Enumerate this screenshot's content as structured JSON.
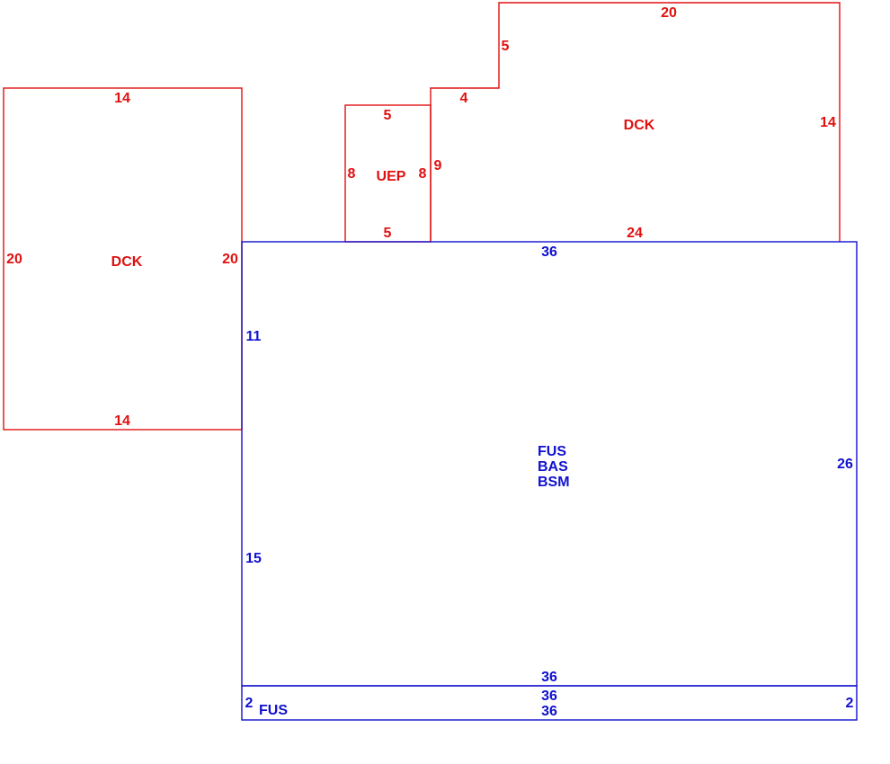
{
  "colors": {
    "deck_outline": "#e01010",
    "main_outline": "#1010d0",
    "background": "#ffffff"
  },
  "left_deck": {
    "name": "DCK",
    "top": "14",
    "bottom": "14",
    "left": "20",
    "right": "20"
  },
  "porch": {
    "name": "UEP",
    "top": "5",
    "bottom": "5",
    "left": "8",
    "right": "8"
  },
  "right_deck": {
    "name": "DCK",
    "top": "20",
    "step_vertical": "5",
    "step_horizontal": "4",
    "left": "9",
    "right": "14",
    "bottom": "24"
  },
  "main": {
    "labels": [
      "FUS",
      "BAS",
      "BSM"
    ],
    "top": "36",
    "bottom": "36",
    "right": "26",
    "left_upper": "11",
    "left_lower": "15"
  },
  "strip": {
    "name": "FUS",
    "top": "36",
    "bottom": "36",
    "left": "2",
    "right": "2"
  }
}
